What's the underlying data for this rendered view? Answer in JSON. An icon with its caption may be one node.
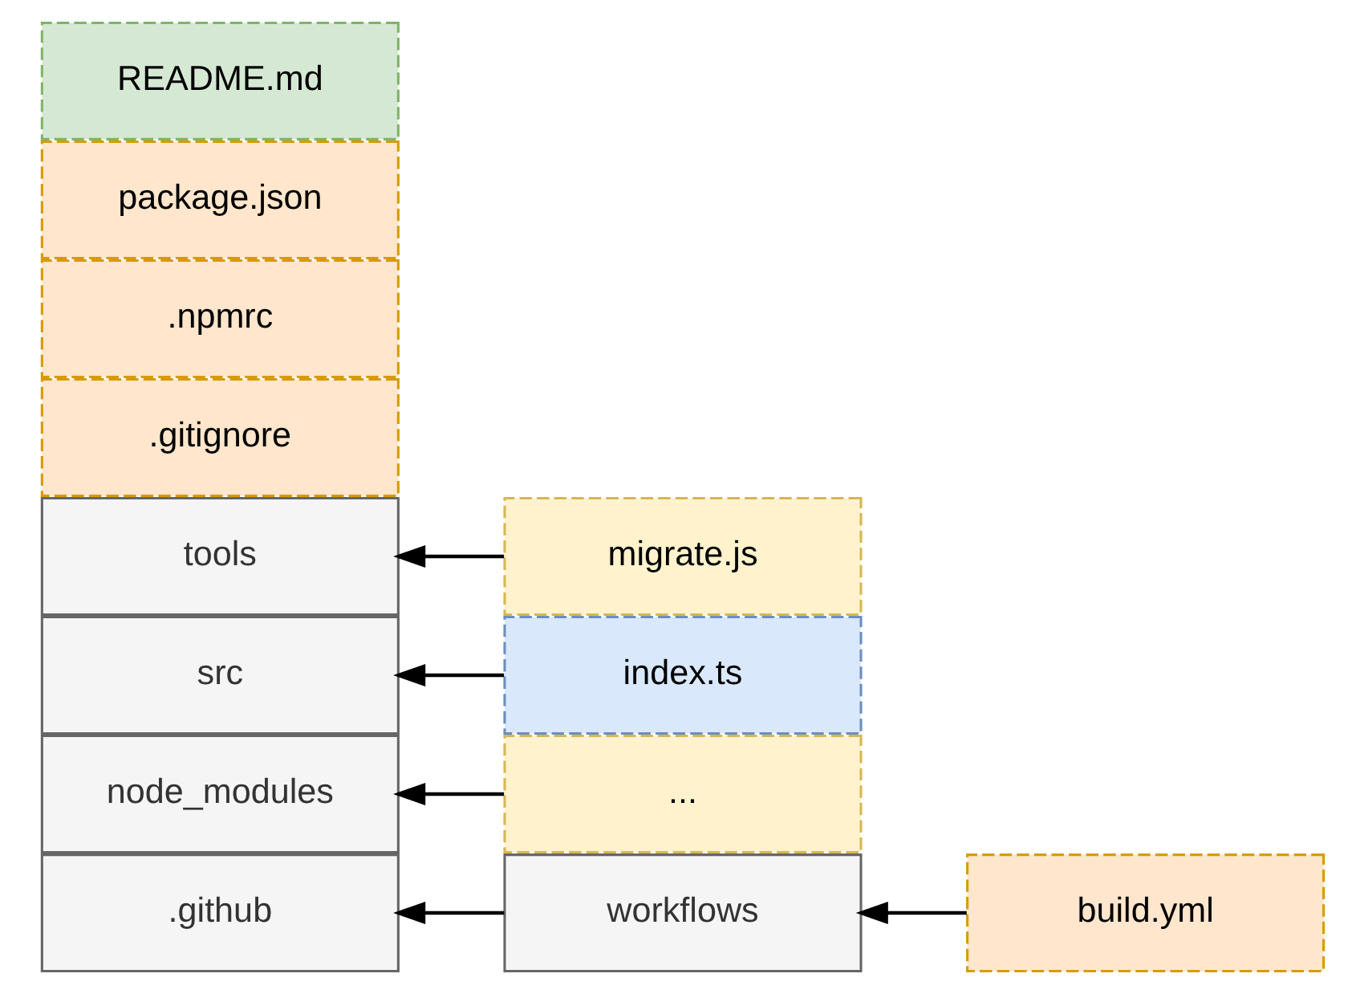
{
  "diagram": {
    "nodes": [
      {
        "text": [
          ".github"
        ]
      },
      {
        "text": [
          "node_modules"
        ]
      },
      {
        "text": [
          "src"
        ]
      },
      {
        "text": [
          "tools"
        ]
      },
      {
        "text": [
          ".gitignore"
        ]
      },
      {
        "text": [
          ".npmrc"
        ]
      },
      {
        "text": [
          "package.json"
        ]
      },
      {
        "text": [
          "README.md"
        ]
      },
      {
        "text": [
          "workflows"
        ]
      },
      {
        "text": [
          "..."
        ]
      },
      {
        "text": [
          "index.ts"
        ]
      },
      {
        "text": [
          "migrate.js"
        ]
      },
      {
        "text": [
          "build.yml"
        ]
      }
    ],
    "edges": [
      {
        "from": 8,
        "to": 0,
        "arrow": "to"
      },
      {
        "from": 9,
        "to": 1,
        "arrow": "to"
      },
      {
        "from": 10,
        "to": 2,
        "arrow": "to"
      },
      {
        "from": 11,
        "to": 3,
        "arrow": "to"
      },
      {
        "from": 12,
        "to": 8,
        "arrow": "to"
      }
    ]
  }
}
